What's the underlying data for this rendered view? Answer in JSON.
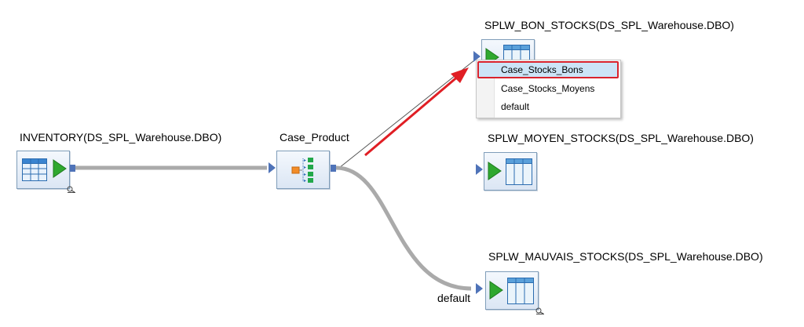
{
  "nodes": {
    "inventory": {
      "label": "INVENTORY(DS_SPL_Warehouse.DBO)"
    },
    "case_product": {
      "label": "Case_Product"
    },
    "bon_stocks": {
      "label": "SPLW_BON_STOCKS(DS_SPL_Warehouse.DBO)"
    },
    "moyen_stocks": {
      "label": "SPLW_MOYEN_STOCKS(DS_SPL_Warehouse.DBO)"
    },
    "mauvais_stocks": {
      "label": "SPLW_MAUVAIS_STOCKS(DS_SPL_Warehouse.DBO)"
    }
  },
  "edges": {
    "default_label": "default"
  },
  "context_menu": {
    "items": [
      {
        "label": "Case_Stocks_Bons",
        "selected": true
      },
      {
        "label": "Case_Stocks_Moyens",
        "selected": false
      },
      {
        "label": "default",
        "selected": false
      }
    ]
  },
  "colors": {
    "wire": "#aaaaaa",
    "port": "#4f73b8",
    "play": "#2fa82f",
    "arrow": "#e01e24",
    "highlight_border": "#d9232d",
    "highlight_fill": "#cce4f7"
  },
  "icons": [
    "table-icon",
    "play-icon",
    "case-transform-icon",
    "magnifier-icon",
    "arrow-annotation"
  ]
}
